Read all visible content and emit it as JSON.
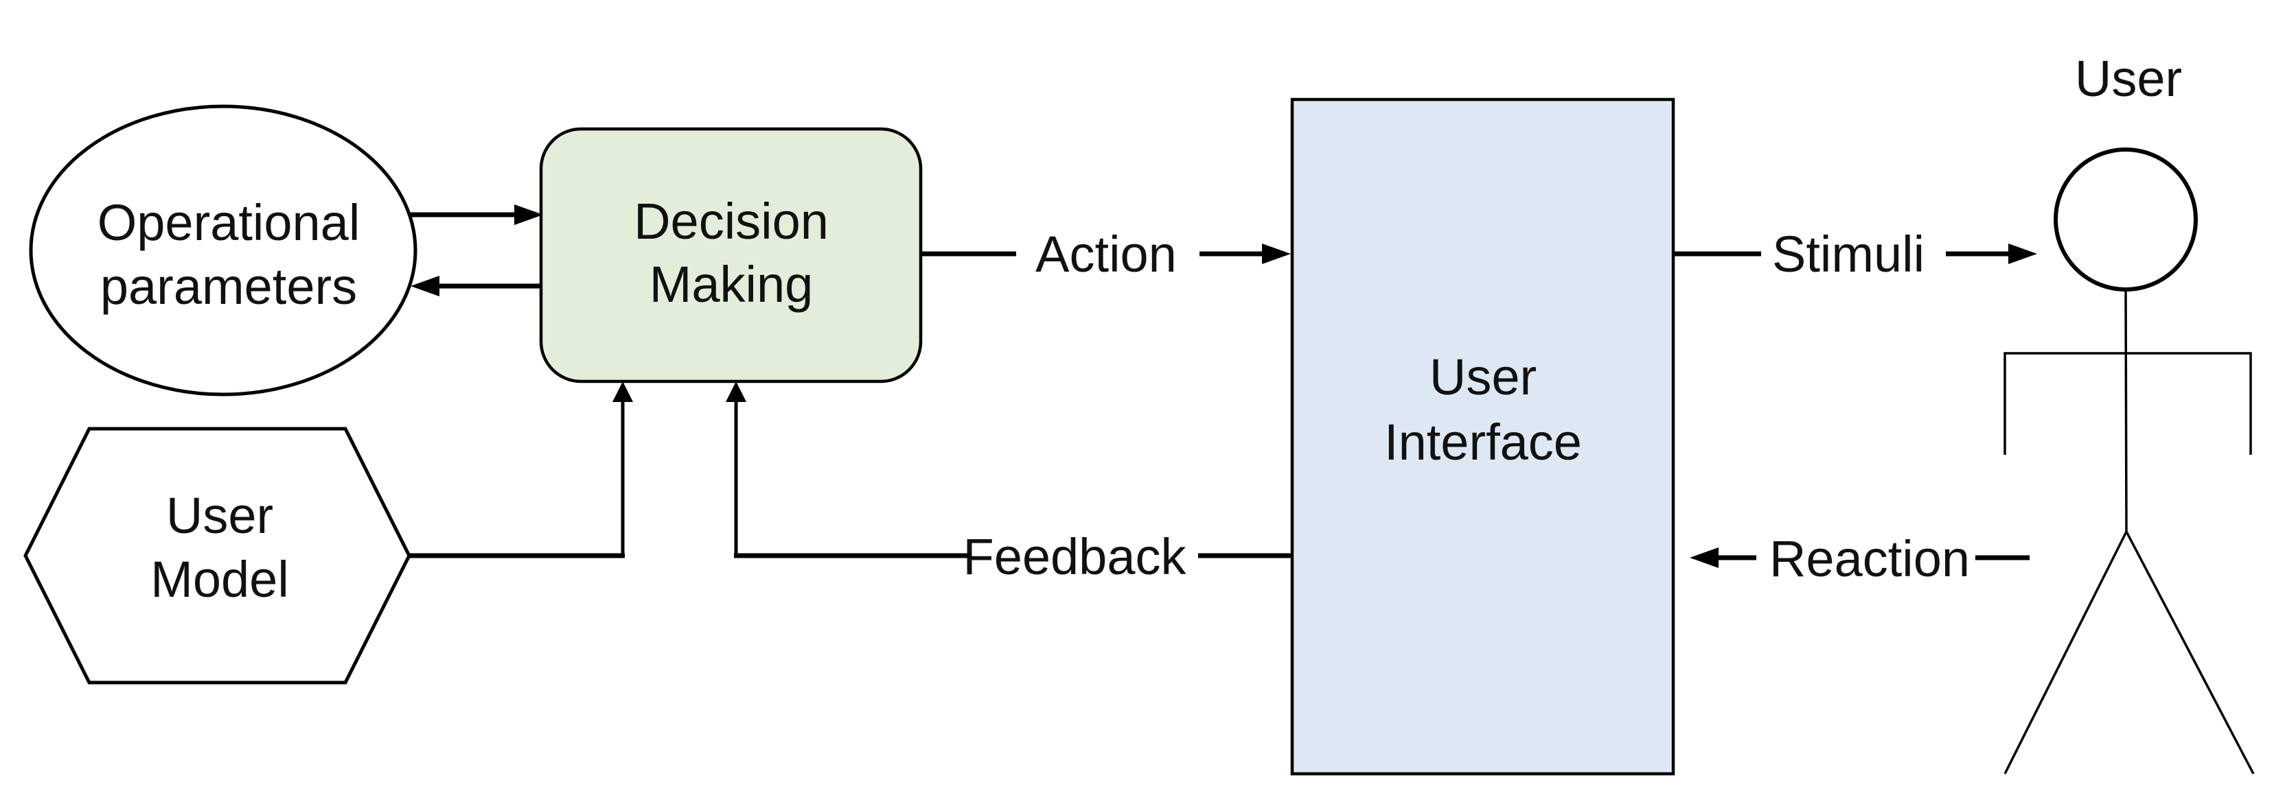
{
  "diagram": {
    "type": "flowchart",
    "background": "#ffffff",
    "colors": {
      "decision_making_fill": "#e2edda",
      "user_interface_fill": "#dde8f4",
      "node_stroke": "#000000",
      "line_color": "#000000",
      "text_color": "#111111"
    },
    "nodes": {
      "operational_parameters": {
        "shape": "ellipse",
        "label": "Operational parameters",
        "line1": "Operational",
        "line2": "parameters"
      },
      "user_model": {
        "shape": "hexagon",
        "label": "User Model",
        "line1": "User",
        "line2": "Model"
      },
      "decision_making": {
        "shape": "rounded-rect",
        "label": "Decision Making",
        "line1": "Decision",
        "line2": "Making"
      },
      "user_interface": {
        "shape": "rect",
        "label": "User Interface",
        "line1": "User",
        "line2": "Interface"
      },
      "user": {
        "shape": "stick-figure",
        "label": "User"
      }
    },
    "edges": {
      "op_to_decision": {
        "from": "operational_parameters",
        "to": "decision_making",
        "label": ""
      },
      "decision_to_op": {
        "from": "decision_making",
        "to": "operational_parameters",
        "label": ""
      },
      "user_model_to_decision": {
        "from": "user_model",
        "to": "decision_making",
        "label": ""
      },
      "action": {
        "from": "decision_making",
        "to": "user_interface",
        "label": "Action"
      },
      "stimuli": {
        "from": "user_interface",
        "to": "user",
        "label": "Stimuli"
      },
      "feedback": {
        "from": "user_interface",
        "to": "decision_making",
        "label": "Feedback"
      },
      "reaction": {
        "from": "user",
        "to": "user_interface",
        "label": "Reaction"
      }
    }
  }
}
